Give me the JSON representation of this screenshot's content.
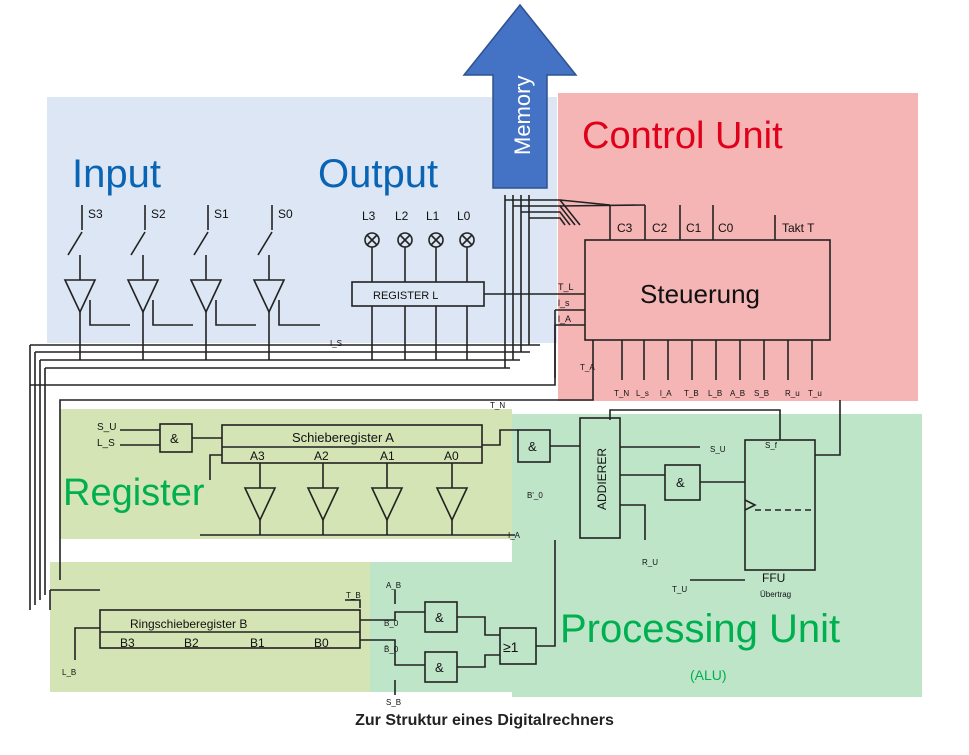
{
  "title": "Zur Struktur eines Digitalrechners",
  "regions": {
    "input": "Input",
    "output": "Output",
    "memory": "Memory",
    "control": "Control Unit",
    "register": "Register",
    "processing": "Processing Unit",
    "processing_sub": "(ALU)"
  },
  "colors": {
    "input_output_bg": "#dce6f4",
    "control_bg": "#f5b5b5",
    "register_bg": "#d5e4b4",
    "processing_bg": "#bfe5c9",
    "memory_arrow": "#4472c4",
    "blue_text": "#0a64b4",
    "red_text": "#e0001a",
    "green_text": "#00b050"
  },
  "switches": [
    "S3",
    "S2",
    "S1",
    "S0"
  ],
  "lamps": [
    "L3",
    "L2",
    "L1",
    "L0"
  ],
  "register_l": "REGISTER L",
  "control": {
    "inputs": [
      "C3",
      "C2",
      "C1",
      "C0"
    ],
    "clock": "Takt T",
    "block": "Steuerung",
    "side_signals": [
      "T_L",
      "l_s",
      "l_A"
    ],
    "bottom_signals": [
      "T_A",
      "T_N",
      "L_s",
      "l_A",
      "T_B",
      "L_B",
      "A_B",
      "S_B",
      "R_u",
      "T_u"
    ]
  },
  "shift_register_a": {
    "name": "Schieberegister A",
    "cells": [
      "A3",
      "A2",
      "A1",
      "A0"
    ],
    "inputs": [
      "S_U",
      "L_S"
    ],
    "gate": "&"
  },
  "ring_register_b": {
    "name": "Ringschieberegister B",
    "cells": [
      "B3",
      "B2",
      "B1",
      "B0"
    ]
  },
  "alu": {
    "adder": "ADDIERER",
    "and_gate": "&",
    "or_gate": "≥1",
    "ffu": "FFU",
    "ffu_sub": "Übertrag",
    "signals": [
      "T_N",
      "S_U",
      "S_f",
      "B'_0",
      "R_U",
      "T_U",
      "I_A",
      "I_S",
      "L_B",
      "T_B",
      "A_B",
      "B_0",
      "B̄_0",
      "S_B"
    ]
  }
}
